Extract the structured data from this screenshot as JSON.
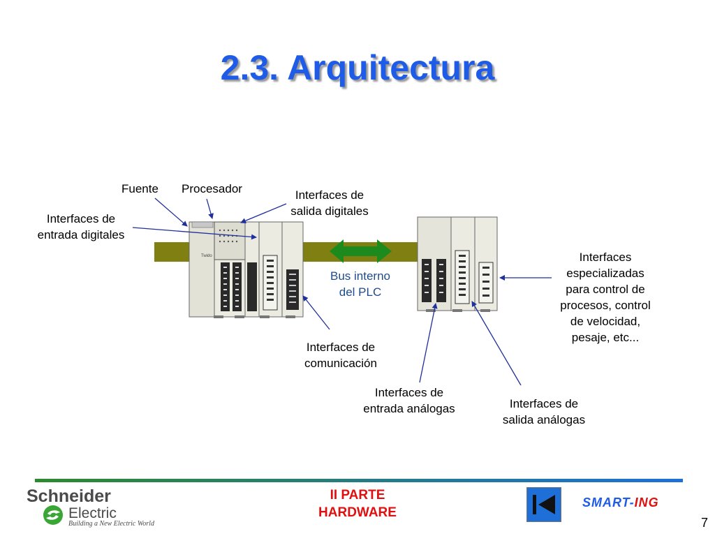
{
  "slide": {
    "title": "2.3. Arquitectura",
    "page_number": "7"
  },
  "labels": {
    "fuente": "Fuente",
    "procesador": "Procesador",
    "salida_digitales_1": "Interfaces de",
    "salida_digitales_2": "salida digitales",
    "entrada_digitales_1": "Interfaces de",
    "entrada_digitales_2": "entrada digitales",
    "bus_1": "Bus interno",
    "bus_2": "del PLC",
    "especializadas_1": "Interfaces",
    "especializadas_2": "especializadas",
    "especializadas_3": "para control de",
    "especializadas_4": "procesos, control",
    "especializadas_5": "de velocidad,",
    "especializadas_6": "pesaje, etc...",
    "comunicacion_1": "Interfaces de",
    "comunicacion_2": "comunicación",
    "entrada_analogas_1": "Interfaces de",
    "entrada_analogas_2": "entrada análogas",
    "salida_analogas_1": "Interfaces de",
    "salida_analogas_2": "salida análogas"
  },
  "footer": {
    "part_line1": "II PARTE",
    "part_line2": "HARDWARE",
    "brand_name": "Schneider",
    "brand_sub": "Electric",
    "brand_tagline": "Building a New Electric World",
    "plc_logo": "Twido",
    "partner_main": "SMART-",
    "partner_accent": "ING"
  },
  "icons": {
    "nav": "skip-back-icon",
    "arrow": "double-arrow-icon"
  },
  "colors": {
    "title": "#1e5be6",
    "bus_bar": "#808012",
    "bus_arrow": "#1c8a1c",
    "leader": "#1f2f9c",
    "footer_accent": "#e01010"
  }
}
